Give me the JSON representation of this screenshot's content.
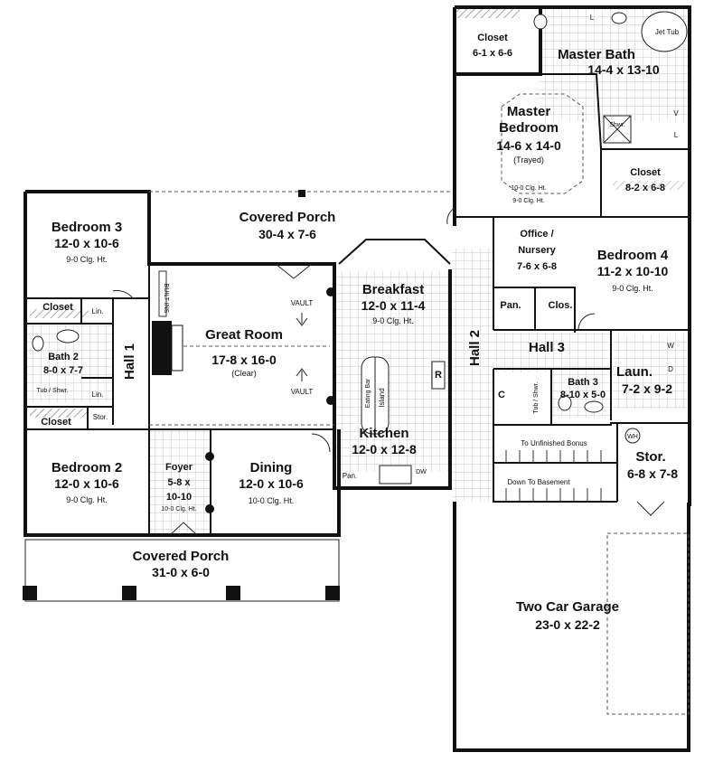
{
  "rooms": {
    "closet_master": {
      "name": "Closet",
      "dim": "6-1 x 6-6"
    },
    "master_bath": {
      "name": "Master Bath",
      "dim": "14-4 x 13-10",
      "jet_tub": "Jet Tub",
      "l1": "L",
      "l2": "L",
      "v": "V",
      "shwr": "Shwr."
    },
    "master_bedroom": {
      "name1": "Master",
      "name2": "Bedroom",
      "dim": "14-6 x 14-0",
      "note": "(Trayed)",
      "clg1": "10-0 Clg. Ht.",
      "clg2": "9-0 Clg. Ht."
    },
    "closet_right": {
      "name": "Closet",
      "dim": "8-2 x 6-8"
    },
    "bedroom3": {
      "name": "Bedroom 3",
      "dim": "12-0 x 10-6",
      "clg": "9-0 Clg. Ht."
    },
    "covered_porch_rear": {
      "name": "Covered Porch",
      "dim": "30-4 x 7-6"
    },
    "office": {
      "name1": "Office /",
      "name2": "Nursery",
      "dim": "7-6 x 6-8"
    },
    "bedroom4": {
      "name": "Bedroom 4",
      "dim": "11-2 x 10-10",
      "clg": "9-0 Clg. Ht."
    },
    "breakfast": {
      "name": "Breakfast",
      "dim": "12-0 x 11-4",
      "clg": "9-0 Clg. Ht."
    },
    "closet_left": {
      "name": "Closet",
      "lin": "Lin."
    },
    "bath2": {
      "name": "Bath 2",
      "dim": "8-0 x 7-7",
      "tub": "Tub / Shwr.",
      "lin": "Lin."
    },
    "hall1": {
      "name": "Hall 1"
    },
    "great_room": {
      "name": "Great Room",
      "dim": "17-8 x 16-0",
      "note": "(Clear)",
      "vault1": "VAULT",
      "vault2": "VAULT",
      "built_ins": "BUILT-INS"
    },
    "pan_upper": {
      "name": "Pan."
    },
    "clos": {
      "name": "Clos."
    },
    "hall2": {
      "name": "Hall 2"
    },
    "hall3": {
      "name": "Hall 3"
    },
    "bath3": {
      "name": "Bath 3",
      "dim": "8-10 x 5-0",
      "tub": "Tub / Shwr."
    },
    "laun": {
      "name": "Laun.",
      "dim": "7-2 x 9-2",
      "w": "W",
      "d": "D"
    },
    "closet_c": {
      "name": "C"
    },
    "kitchen": {
      "name": "Kitchen",
      "dim": "12-0 x 12-8",
      "eating_bar": "Eating Bar",
      "island": "Island",
      "r": "R",
      "pan": "Pan.",
      "dw": "DW"
    },
    "closet_bottom": {
      "name": "Closet",
      "stor": "Stor."
    },
    "bedroom2": {
      "name": "Bedroom 2",
      "dim": "12-0 x 10-6",
      "clg": "9-0 Clg. Ht."
    },
    "foyer": {
      "name": "Foyer",
      "dim1": "5-8 x",
      "dim2": "10-10",
      "clg": "10-0 Clg. Ht."
    },
    "dining": {
      "name": "Dining",
      "dim": "12-0 x 10-6",
      "clg": "10-0 Clg. Ht."
    },
    "stairs_bonus": {
      "name": "To Unfinished Bonus"
    },
    "stairs_basement": {
      "name": "Down To Basement"
    },
    "stor": {
      "name": "Stor.",
      "dim": "6-8 x 7-8",
      "wh": "WH"
    },
    "covered_porch_front": {
      "name": "Covered Porch",
      "dim": "31-0 x 6-0"
    },
    "garage": {
      "name": "Two Car Garage",
      "dim": "23-0 x 22-2"
    }
  }
}
